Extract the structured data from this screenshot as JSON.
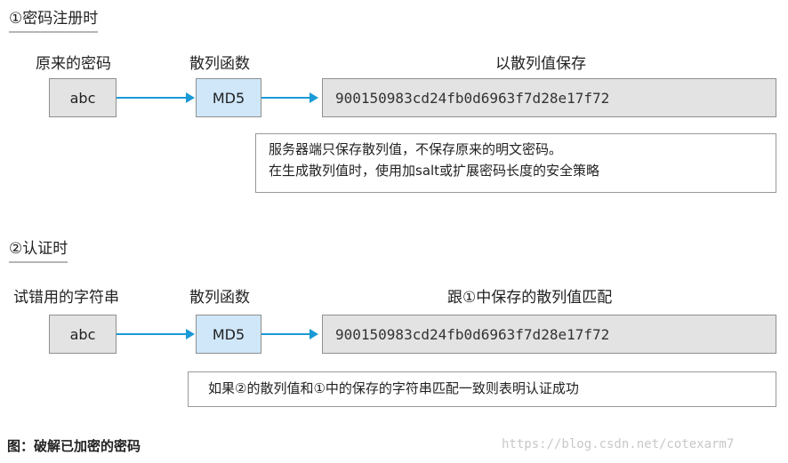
{
  "section1": {
    "title": "①密码注册时",
    "col_input": "原来的密码",
    "col_function": "散列函数",
    "col_result": "以散列值保存",
    "input_value": "abc",
    "function_name": "MD5",
    "hash_value": "900150983cd24fb0d6963f7d28e17f72",
    "note_lines": [
      "服务器端只保存散列值，不保存原来的明文密码。",
      "在生成散列值时，使用加salt或扩展密码长度的安全策略"
    ]
  },
  "section2": {
    "title": "②认证时",
    "col_input": "试错用的字符串",
    "col_function": "散列函数",
    "col_result": "跟①中保存的散列值匹配",
    "input_value": "abc",
    "function_name": "MD5",
    "hash_value": "900150983cd24fb0d6963f7d28e17f72",
    "note": "如果②的散列值和①中的保存的字符串匹配一致则表明认证成功"
  },
  "caption": "图：破解已加密的密码",
  "watermark": "https://blog.csdn.net/cotexarm7",
  "colors": {
    "arrow": "#1a9ad6",
    "function_box": "#cfe7f9",
    "value_box": "#e3e3e3"
  }
}
